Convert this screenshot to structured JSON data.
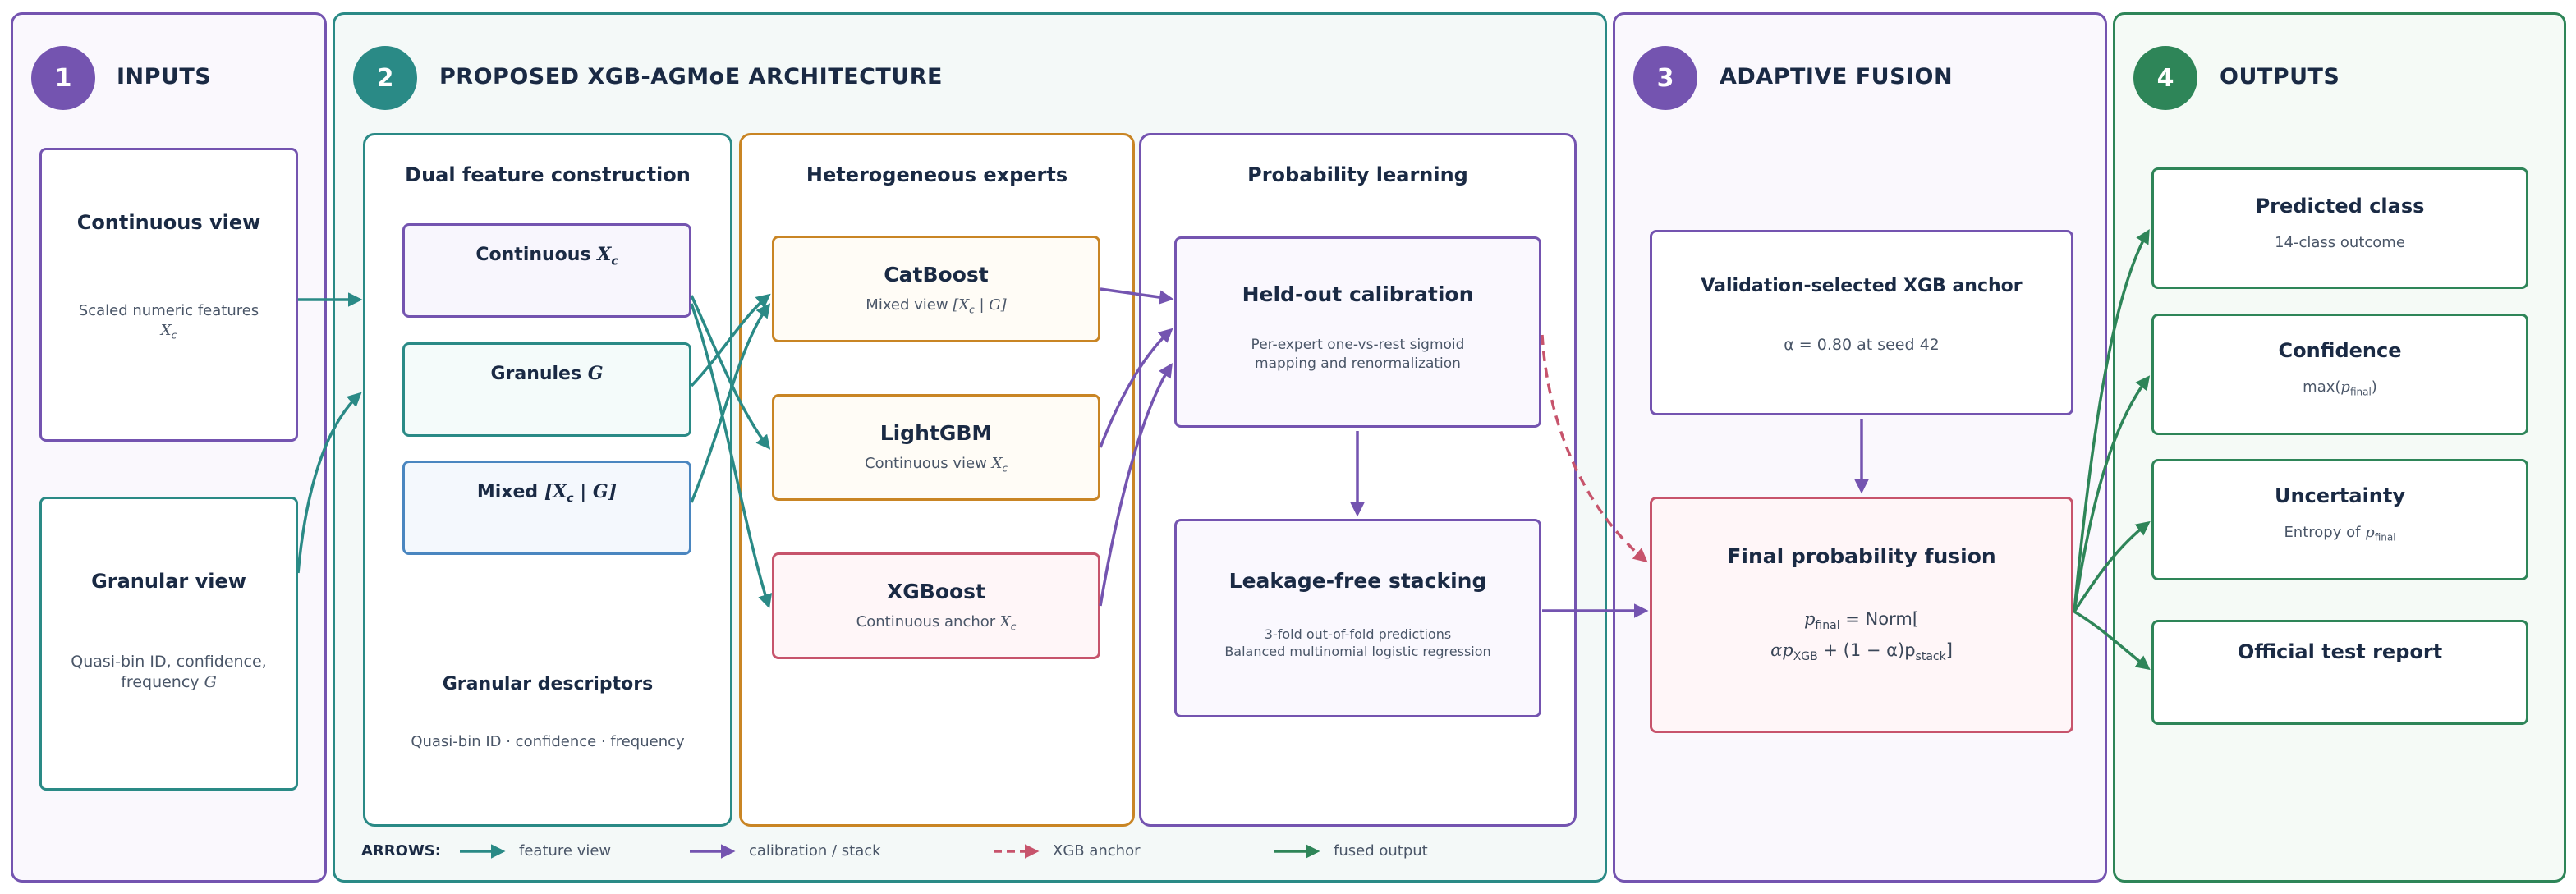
{
  "colors": {
    "purple": "#7454b0",
    "teal": "#2a8a86",
    "orange": "#c98524",
    "green": "#2e8558",
    "red": "#c7546c",
    "blue": "#4a86c0",
    "navy": "#1a2a44"
  },
  "panels": {
    "inputs": {
      "number": "1",
      "title": "INPUTS",
      "continuous": {
        "title": "Continuous view",
        "desc": "Scaled numeric features",
        "symbol": "X",
        "symbol_sub": "c"
      },
      "granular": {
        "title": "Granular view",
        "desc_line1": "Quasi-bin ID, confidence,",
        "desc_line2": "frequency",
        "symbol": "G"
      }
    },
    "architecture": {
      "number": "2",
      "title": "PROPOSED XGB-AGMoE ARCHITECTURE",
      "dual": {
        "title": "Dual feature construction",
        "continuous_label": "Continuous",
        "continuous_sym": "X",
        "continuous_sub": "c",
        "granules_label": "Granules",
        "granules_sym": "G",
        "mixed_label": "Mixed",
        "mixed_sym": "[X",
        "mixed_sub": "c",
        "mixed_tail": " | G]",
        "descriptors_title": "Granular descriptors",
        "descriptors_desc": "Quasi-bin ID · confidence · frequency"
      },
      "experts": {
        "title": "Heterogeneous experts",
        "catboost": {
          "title": "CatBoost",
          "desc": "Mixed view ",
          "sym": "[X",
          "sub": "c",
          "tail": " | G]"
        },
        "lightgbm": {
          "title": "LightGBM",
          "desc": "Continuous view ",
          "sym": "X",
          "sub": "c"
        },
        "xgboost": {
          "title": "XGBoost",
          "desc": "Continuous anchor ",
          "sym": "X",
          "sub": "c"
        }
      },
      "probability": {
        "title": "Probability learning",
        "calibration": {
          "title": "Held-out calibration",
          "desc_line1": "Per-expert one-vs-rest sigmoid",
          "desc_line2": "mapping and renormalization"
        },
        "stacking": {
          "title": "Leakage-free stacking",
          "desc_line1": "3-fold out-of-fold predictions",
          "desc_line2": "Balanced multinomial logistic regression"
        }
      },
      "legend": {
        "label": "ARROWS:",
        "items": [
          {
            "text": "feature view",
            "color": "#2a8a86",
            "dashed": false
          },
          {
            "text": "calibration / stack",
            "color": "#7454b0",
            "dashed": false
          },
          {
            "text": "XGB anchor",
            "color": "#c7546c",
            "dashed": true
          },
          {
            "text": "fused output",
            "color": "#2e8558",
            "dashed": false
          }
        ]
      }
    },
    "fusion": {
      "number": "3",
      "title": "ADAPTIVE FUSION",
      "anchor": {
        "title": "Validation-selected XGB anchor",
        "alpha": "α = 0.80 at seed 42"
      },
      "final": {
        "title": "Final probability fusion",
        "eq_line1_lhs": "p",
        "eq_line1_lhs_sub": "final",
        "eq_line1_rhs": " = Norm[",
        "eq_line2": "αp",
        "eq_line2_sub1": "XGB",
        "eq_line2_mid": " + (1 − α)p",
        "eq_line2_sub2": "stack",
        "eq_line2_tail": "]"
      }
    },
    "outputs": {
      "number": "4",
      "title": "OUTPUTS",
      "predicted": {
        "title": "Predicted class",
        "desc": "14-class outcome"
      },
      "confidence": {
        "title": "Confidence",
        "desc": "max(",
        "sym": "p",
        "sub": "final",
        "tail": ")"
      },
      "uncertainty": {
        "title": "Uncertainty",
        "desc": "Entropy of ",
        "sym": "p",
        "sub": "final"
      },
      "report": {
        "title": "Official test report"
      }
    }
  }
}
